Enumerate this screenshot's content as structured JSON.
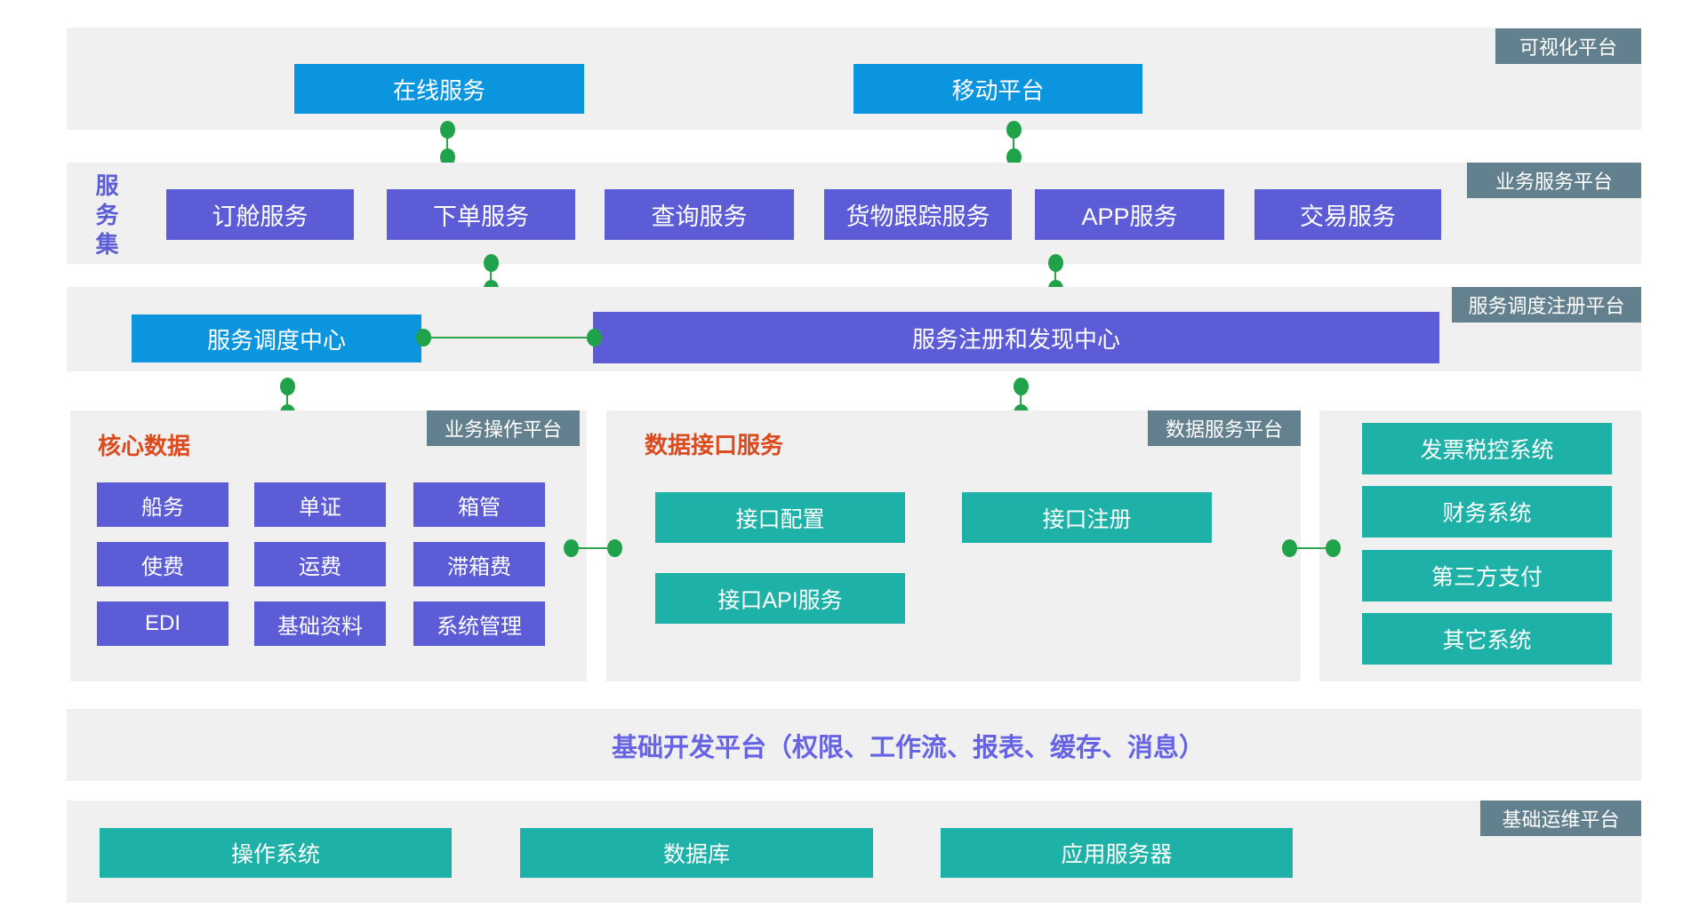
{
  "colors": {
    "band_background": "#f0f0f0",
    "blue_node": "#0C95DF",
    "purple_node": "#5C5CD6",
    "teal_node": "#1EB1A7",
    "tag_slate": "#63808F",
    "connector_green": "#1FA24A",
    "title_orange": "#DC4A1E",
    "dev_text_purple": "#6663E4",
    "side_label_purple": "#5B5ED6"
  },
  "visualization_layer": {
    "tag": "可视化平台",
    "online_service": "在线服务",
    "mobile_platform": "移动平台"
  },
  "business_service_layer": {
    "tag": "业务服务平台",
    "side_label": "服务集",
    "booking_service": "订舱服务",
    "ordering_service": "下单服务",
    "query_service": "查询服务",
    "cargo_tracking_service": "货物跟踪服务",
    "app_service": "APP服务",
    "trade_service": "交易服务"
  },
  "dispatch_registry_layer": {
    "tag": "服务调度注册平台",
    "dispatch_center": "服务调度中心",
    "registry_discovery_center": "服务注册和发现中心"
  },
  "core_data_panel": {
    "tag": "业务操作平台",
    "title": "核心数据",
    "shipping": "船务",
    "documents": "单证",
    "container_mgmt": "箱管",
    "charges": "使费",
    "freight": "运费",
    "demurrage": "滞箱费",
    "edi": "EDI",
    "base_data": "基础资料",
    "system_mgmt": "系统管理"
  },
  "data_interface_panel": {
    "tag": "数据服务平台",
    "title": "数据接口服务",
    "interface_config": "接口配置",
    "interface_registry": "接口注册",
    "interface_api_service": "接口API服务"
  },
  "external_systems_panel": {
    "invoice_tax_system": "发票税控系统",
    "finance_system": "财务系统",
    "third_party_payment": "第三方支付",
    "other_systems": "其它系统"
  },
  "dev_platform_layer": {
    "title": "基础开发平台（权限、工作流、报表、缓存、消息）"
  },
  "ops_platform_layer": {
    "tag": "基础运维平台",
    "operating_system": "操作系统",
    "database": "数据库",
    "app_server": "应用服务器"
  }
}
